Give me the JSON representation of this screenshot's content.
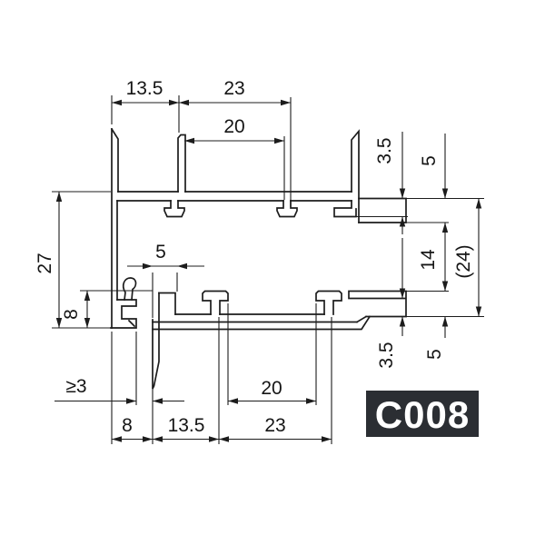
{
  "drawing": {
    "product_code": "C008",
    "dim_labels": {
      "top_width_left": "13.5",
      "top_width_right": "23",
      "top_slot_width": "20",
      "right_flange_thickness_top": "3.5",
      "right_edge_thickness_top": "5",
      "right_gap_height": "14",
      "right_overall_height": "(24)",
      "right_flange_thickness_bottom": "3.5",
      "right_edge_thickness_bottom": "5",
      "left_overall_height": "27",
      "left_hook_height": "8",
      "mid_tab_width": "5",
      "bottom_min_clearance": "≥3",
      "bottom_slot_width": "20",
      "bottom_width_left": "8",
      "bottom_width_mid": "13.5",
      "bottom_width_right": "23"
    },
    "colors": {
      "line": "#1c1c1c",
      "badge_bg": "#2b2e33",
      "badge_text": "#ffffff",
      "background": "#ffffff"
    }
  }
}
